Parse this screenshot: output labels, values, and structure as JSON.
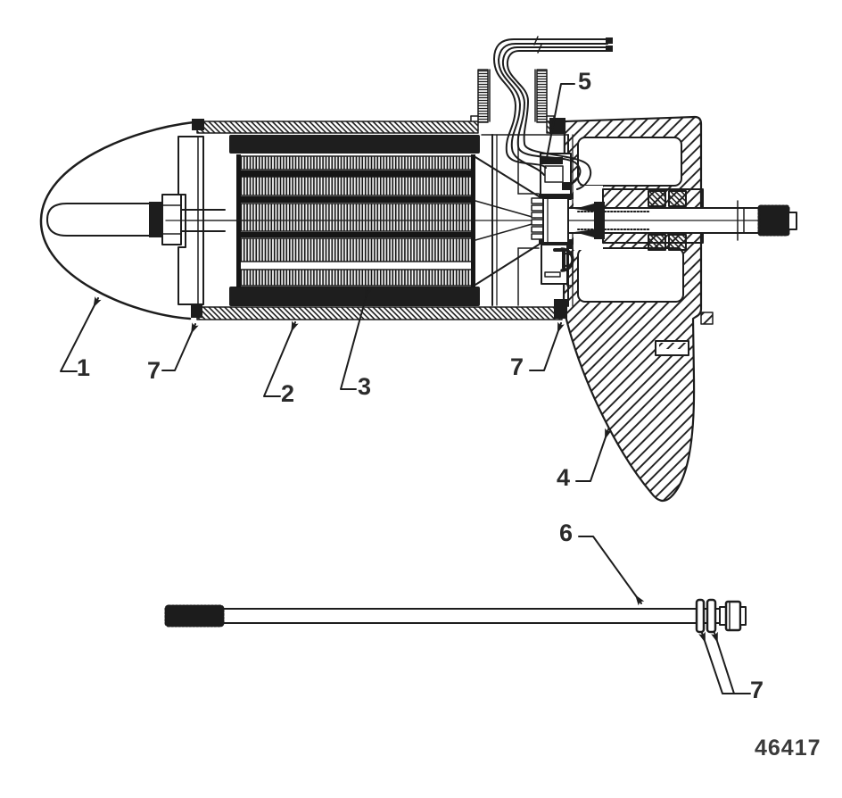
{
  "figure": {
    "drawing_number": "46417",
    "ink_color": "#1d1d1d",
    "background_color": "#ffffff",
    "callouts": [
      {
        "label": "1"
      },
      {
        "label": "7"
      },
      {
        "label": "2"
      },
      {
        "label": "3"
      },
      {
        "label": "5"
      },
      {
        "label": "7"
      },
      {
        "label": "4"
      },
      {
        "label": "6"
      },
      {
        "label": "7"
      }
    ]
  }
}
